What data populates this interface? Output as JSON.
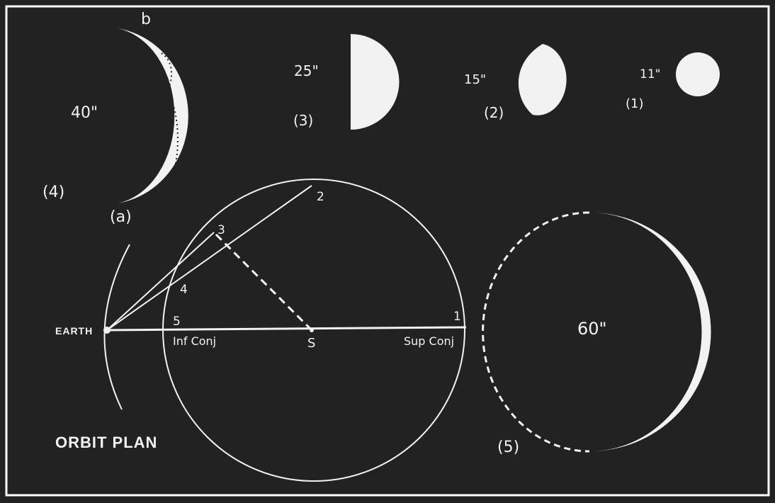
{
  "colors": {
    "background": "#222222",
    "ink": "#f2f2f2",
    "frame": "#ffffff"
  },
  "phases": {
    "p1": {
      "size": "11\"",
      "number": "(1)"
    },
    "p2": {
      "size": "15\"",
      "number": "(2)"
    },
    "p3": {
      "size": "25\"",
      "number": "(3)"
    },
    "p4": {
      "size": "40\"",
      "number": "(4)",
      "marker_b": "b",
      "marker_a": "(a)"
    },
    "p5": {
      "size": "60\"",
      "number": "(5)"
    }
  },
  "orbit": {
    "caption": "ORBIT PLAN",
    "earth": "EARTH",
    "sun": "S",
    "inf_conj": "Inf Conj",
    "sup_conj": "Sup Conj",
    "points": [
      "1",
      "2",
      "3",
      "4",
      "5"
    ]
  }
}
